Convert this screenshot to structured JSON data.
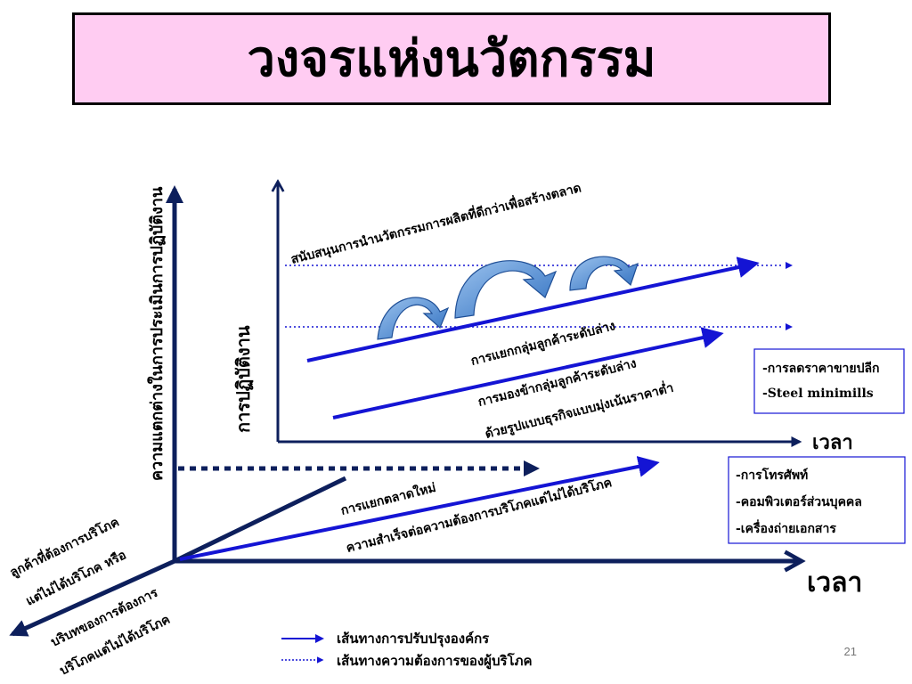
{
  "title": "วงจรแห่งนวัตกรรม",
  "outer_axis": {
    "y_label": "ความแตกต่างในการประเมินการปฏิบัติงาน",
    "x_label": "เวลา",
    "left_label_1": "ลูกค้าที่ต้องการบริโภค",
    "left_label_2": "แต่ไม่ได้บริโภค หรือ",
    "left_label_3": "บริบทของการต้องการ",
    "left_label_4": "บริโภคแต่ไม่ได้บริโภค"
  },
  "inner_axis": {
    "y_label": "การปฏิบัติงาน",
    "x_label": "เวลา"
  },
  "diagonal_labels": {
    "top": "สนับสนุนการนำนวัตกรรมการผลิตที่ดีกว่าเพื่อสร้างตลาด",
    "segment": "การแยกกลุ่มลูกค้าระดับล่าง",
    "lower_1": "การมองข้ากลุ่มลูกค้าระดับล่าง",
    "lower_2": "ด้วยรูปแบบธุรกิจแบบมุ่งเน้นราคาต่ำ",
    "new_market": "การแยกตลาดใหม่",
    "success": "ความสำเร็จต่อความต้องการบริโภคแต่ไม่ได้บริโภค"
  },
  "box_upper": {
    "line1": "-การลดราคาขายปลีก",
    "line2": "-Steel minimills"
  },
  "box_lower": {
    "line1": "-การโทรศัพท์",
    "line2": "-คอมพิวเตอร์ส่วนบุคคล",
    "line3": "-เครื่องถ่ายเอกสาร"
  },
  "legend": {
    "solid": "เส้นทางการปรับปรุงองค์กร",
    "dotted": "เส้นทางความต้องการของผู้บริโภค"
  },
  "page_number": "21",
  "colors": {
    "title_bg": "#ffccf2",
    "axis": "#0d1f5c",
    "blue_line": "#1414d4",
    "curve_arrow": "#4a90d9"
  }
}
